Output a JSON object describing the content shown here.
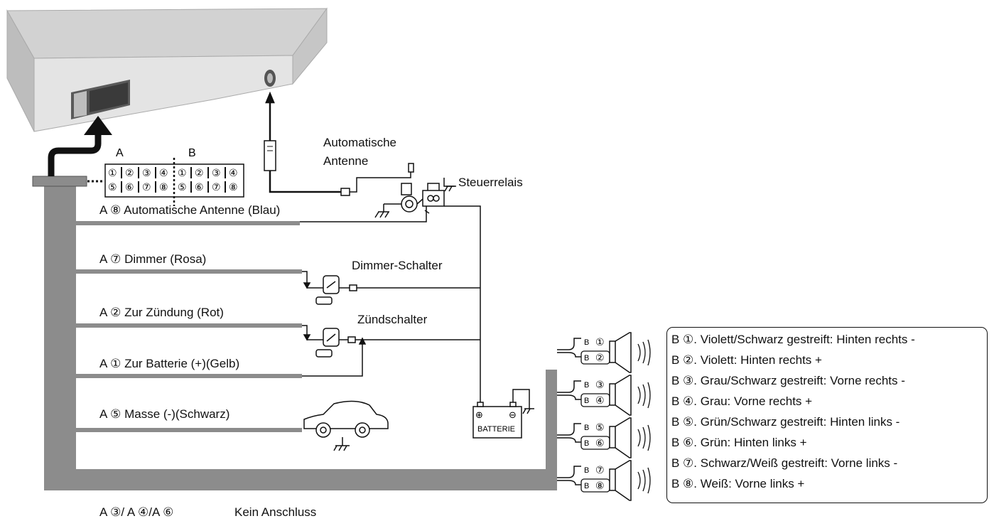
{
  "connector": {
    "label_a": "A",
    "label_b": "B",
    "top_row": [
      "①",
      "②",
      "③",
      "④",
      "①",
      "②",
      "③",
      "④"
    ],
    "bottom_row": [
      "⑤",
      "⑥",
      "⑦",
      "⑧",
      "⑤",
      "⑥",
      "⑦",
      "⑧"
    ]
  },
  "wires": [
    "A ⑧  Automatische Antenne (Blau)",
    "A ⑦  Dimmer (Rosa)",
    "A ②  Zur Zündung (Rot)",
    "A ①  Zur Batterie (+)(Gelb)",
    "A ⑤   Masse (-)(Schwarz)"
  ],
  "components": {
    "antenna_line1": "Automatische",
    "antenna_line2": "Antenne",
    "relay": "Steuerrelais",
    "dimmer_switch": "Dimmer-Schalter",
    "ignition_switch": "Zündschalter",
    "battery": "BATTERIE",
    "battery_plus": "⊕",
    "battery_minus": "⊖"
  },
  "no_connection": {
    "pins": "A ③/ A ④/A ⑥",
    "text": "Kein Anschluss"
  },
  "speaker_terminals": [
    {
      "b": "B",
      "n": "①"
    },
    {
      "b": "B",
      "n": "②"
    },
    {
      "b": "B",
      "n": "③"
    },
    {
      "b": "B",
      "n": "④"
    },
    {
      "b": "B",
      "n": "⑤"
    },
    {
      "b": "B",
      "n": "⑥"
    },
    {
      "b": "B",
      "n": "⑦"
    },
    {
      "b": "B",
      "n": "⑧"
    }
  ],
  "legend": [
    "B ①. Violett/Schwarz gestreift: Hinten rechts -",
    "B ②. Violett: Hinten rechts +",
    "B ③. Grau/Schwarz gestreift: Vorne rechts -",
    "B ④. Grau: Vorne rechts +",
    "B ⑤. Grün/Schwarz gestreift: Hinten links -",
    "B ⑥. Grün: Hinten links +",
    "B ⑦. Schwarz/Weiß gestreift: Vorne links -",
    "B ⑧. Weiß: Vorne links +"
  ],
  "colors": {
    "harness": "#8c8c8c",
    "unit_top": "#d4d4d4",
    "unit_front": "#e6e6e6",
    "line": "#111111"
  }
}
